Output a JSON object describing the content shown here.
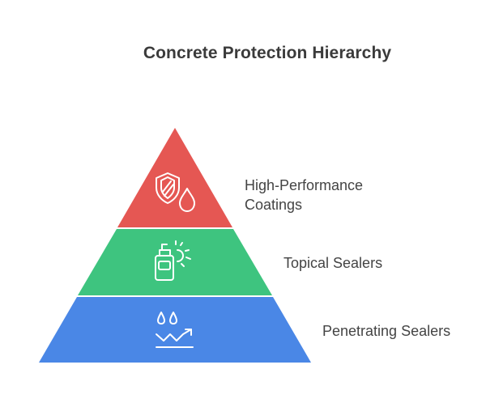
{
  "title": "Concrete Protection Hierarchy",
  "tiers": [
    {
      "label_line1": "High-Performance",
      "label_line2": "Coatings",
      "color": "#e55753",
      "icon": "shield-droplet-icon"
    },
    {
      "label": "Topical Sealers",
      "color": "#3ec47f",
      "icon": "sealer-bottle-sun-icon"
    },
    {
      "label": "Penetrating Sealers",
      "color": "#4a87e6",
      "icon": "droplets-penetration-icon"
    }
  ]
}
